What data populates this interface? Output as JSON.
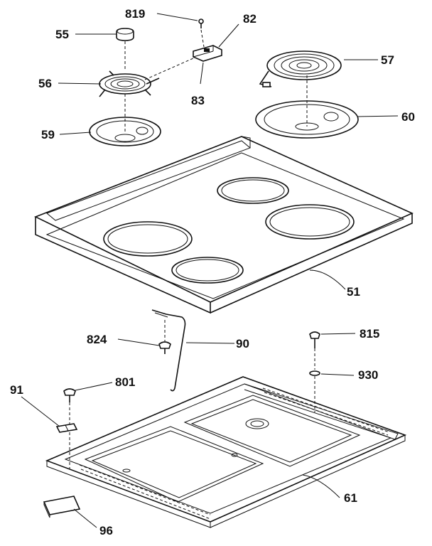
{
  "callouts": {
    "c819": "819",
    "c82": "82",
    "c55": "55",
    "c57": "57",
    "c56": "56",
    "c83": "83",
    "c59": "59",
    "c60": "60",
    "c51": "51",
    "c824": "824",
    "c90": "90",
    "c815": "815",
    "c930": "930",
    "c91": "91",
    "c801": "801",
    "c61": "61",
    "c96": "96"
  }
}
